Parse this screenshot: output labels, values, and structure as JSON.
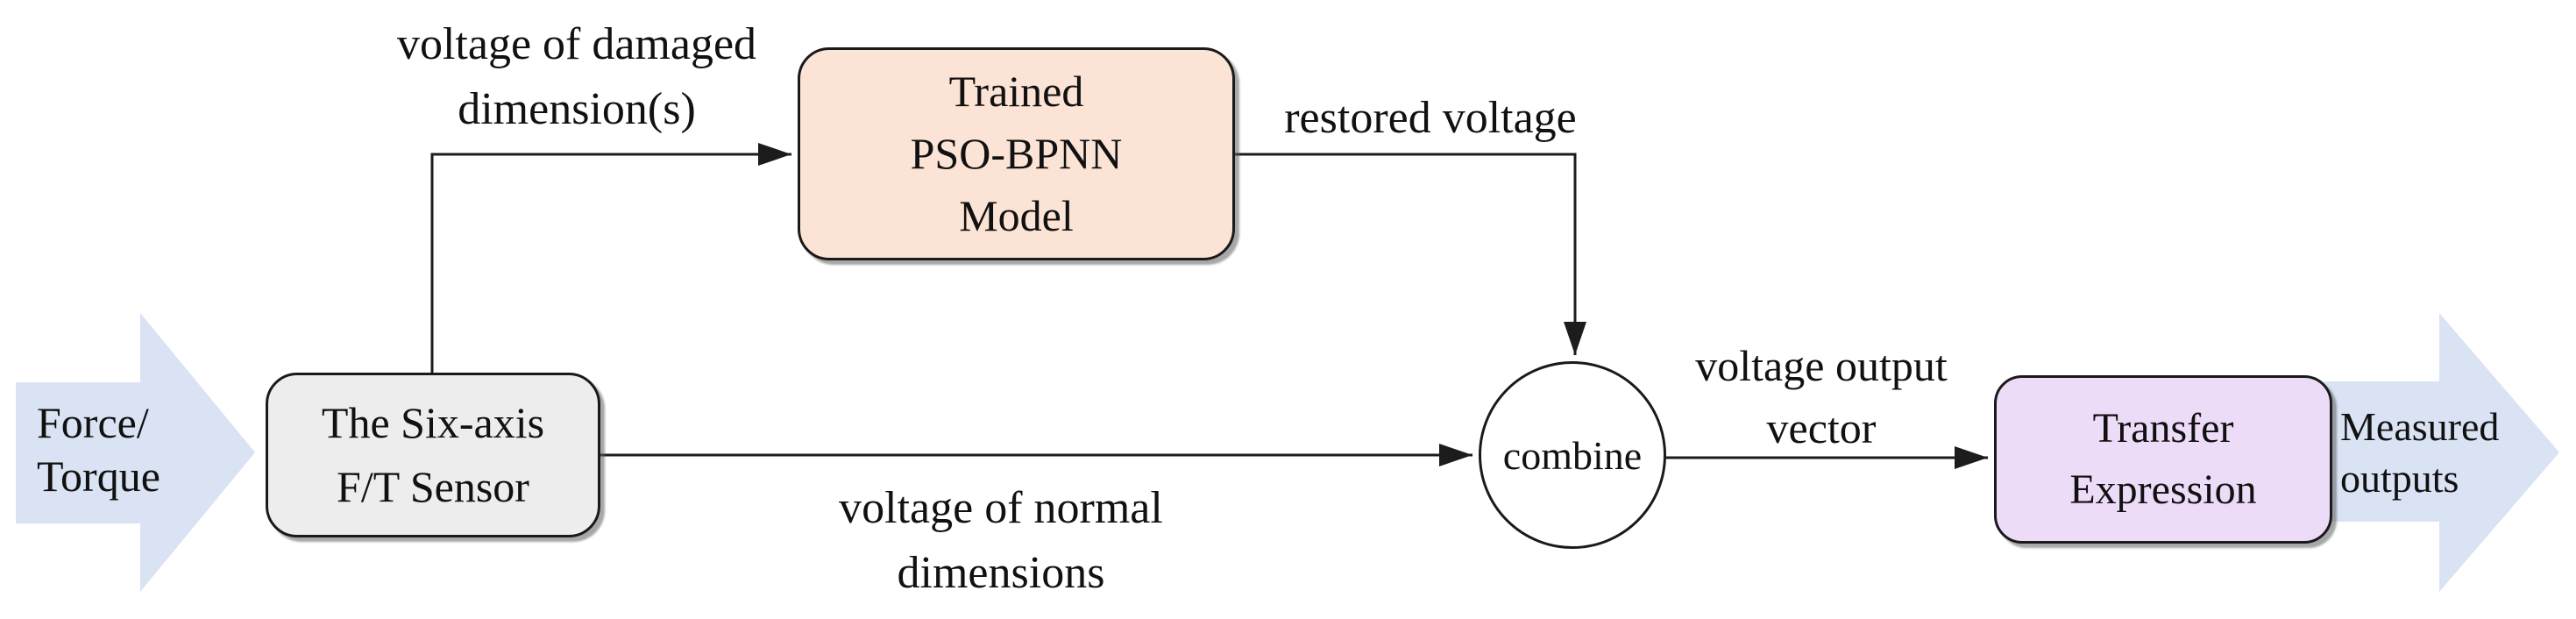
{
  "figure": {
    "type": "flow-diagram",
    "description": "Signal flow of a six-axis F/T sensor fault-restoration scheme using a trained PSO-BPNN model"
  },
  "colors": {
    "flow_arrow": "#dae3f3",
    "sensor_fill": "#ededed",
    "model_fill": "#fbe3d5",
    "transfer_fill": "#eddcf8",
    "combine_fill": "#ffffff",
    "line": "#1c1c1c"
  },
  "nodes": {
    "input_flow": "Force/\nTorque",
    "sensor": "The Six-axis\nF/T Sensor",
    "model": "Trained\nPSO-BPNN\nModel",
    "combine": "combine",
    "transfer": "Transfer\nExpression",
    "output_flow": "Measured\noutputs"
  },
  "edge_labels": {
    "damaged": "voltage of damaged\ndimension(s)",
    "restored": "restored voltage",
    "normal": "voltage of normal\ndimensions",
    "output_vector": "voltage output\nvector"
  }
}
